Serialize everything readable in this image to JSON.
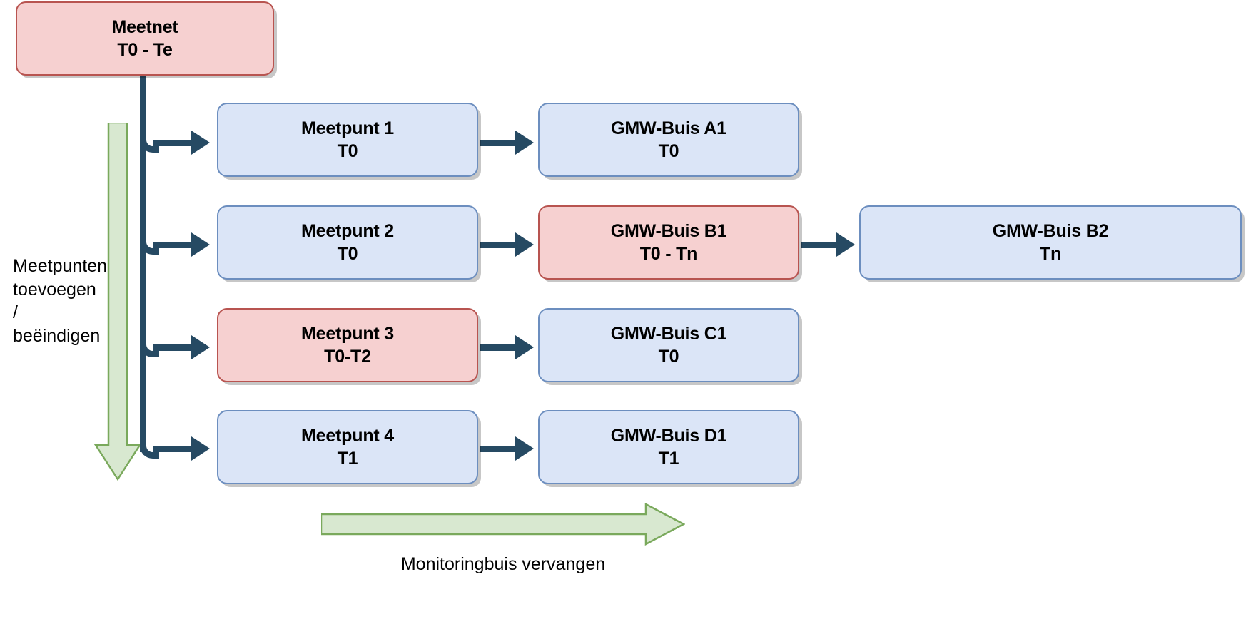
{
  "diagram": {
    "title_node": {
      "line1": "Meetnet",
      "line2": "T0 - Te",
      "style": "pink"
    },
    "columns": {
      "meetpunt": "Meetpunt",
      "gmw": "GMW-Buis"
    },
    "rows": [
      {
        "meetpunt": {
          "line1": "Meetpunt 1",
          "line2": "T0",
          "style": "blue"
        },
        "gmw1": {
          "line1": "GMW-Buis A1",
          "line2": "T0",
          "style": "blue"
        },
        "gmw2": null
      },
      {
        "meetpunt": {
          "line1": "Meetpunt 2",
          "line2": "T0",
          "style": "blue"
        },
        "gmw1": {
          "line1": "GMW-Buis B1",
          "line2": "T0 - Tn",
          "style": "pink"
        },
        "gmw2": {
          "line1": "GMW-Buis B2",
          "line2": "Tn",
          "style": "blue"
        }
      },
      {
        "meetpunt": {
          "line1": "Meetpunt 3",
          "line2": "T0-T2",
          "style": "pink"
        },
        "gmw1": {
          "line1": "GMW-Buis C1",
          "line2": "T0",
          "style": "blue"
        },
        "gmw2": null
      },
      {
        "meetpunt": {
          "line1": "Meetpunt 4",
          "line2": "T1",
          "style": "blue"
        },
        "gmw1": {
          "line1": "GMW-Buis D1",
          "line2": "T1",
          "style": "blue"
        },
        "gmw2": null
      }
    ],
    "annotations": {
      "vertical_arrow_label": "Meetpunten\ntoevoegen /\nbeëindigen",
      "vertical_arrow_label_l1": "Meetpunten",
      "vertical_arrow_label_l2": "toevoegen /",
      "vertical_arrow_label_l3": "beëindigen",
      "horizontal_arrow_label": "Monitoringbuis vervangen",
      "vertical_arrow_icon": "down-block-arrow-icon",
      "horizontal_arrow_icon": "right-block-arrow-icon"
    },
    "colors": {
      "pink_fill": "#f6d0d0",
      "pink_stroke": "#b85450",
      "blue_fill": "#dbe5f7",
      "blue_stroke": "#6c8ebf",
      "connector": "#264a63",
      "green_fill": "#d8e8d0",
      "green_stroke": "#7aa95c",
      "background": "#ffffff"
    }
  }
}
